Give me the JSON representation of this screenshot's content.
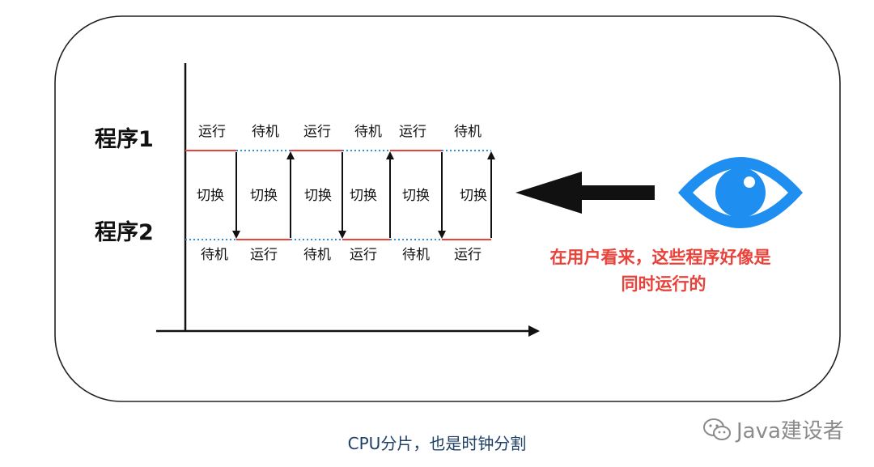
{
  "programs": {
    "p1": "程序1",
    "p2": "程序2"
  },
  "top_labels": [
    "运行",
    "待机",
    "运行",
    "待机",
    "运行",
    "待机"
  ],
  "bottom_labels": [
    "待机",
    "运行",
    "待机",
    "运行",
    "待机",
    "运行"
  ],
  "switch_label": "切换",
  "observation": {
    "line1": "在用户看来，这些程序好像是",
    "line2": "同时运行的"
  },
  "caption": "CPU分片，也是时钟分割",
  "watermark": {
    "text": "Java建设者",
    "icon": "wechat-icon"
  },
  "colors": {
    "run_line": "#e8433a",
    "wait_line": "#2f8ed6",
    "eye": "#1e8ef0",
    "note": "#e8433a",
    "axis": "#111111"
  }
}
